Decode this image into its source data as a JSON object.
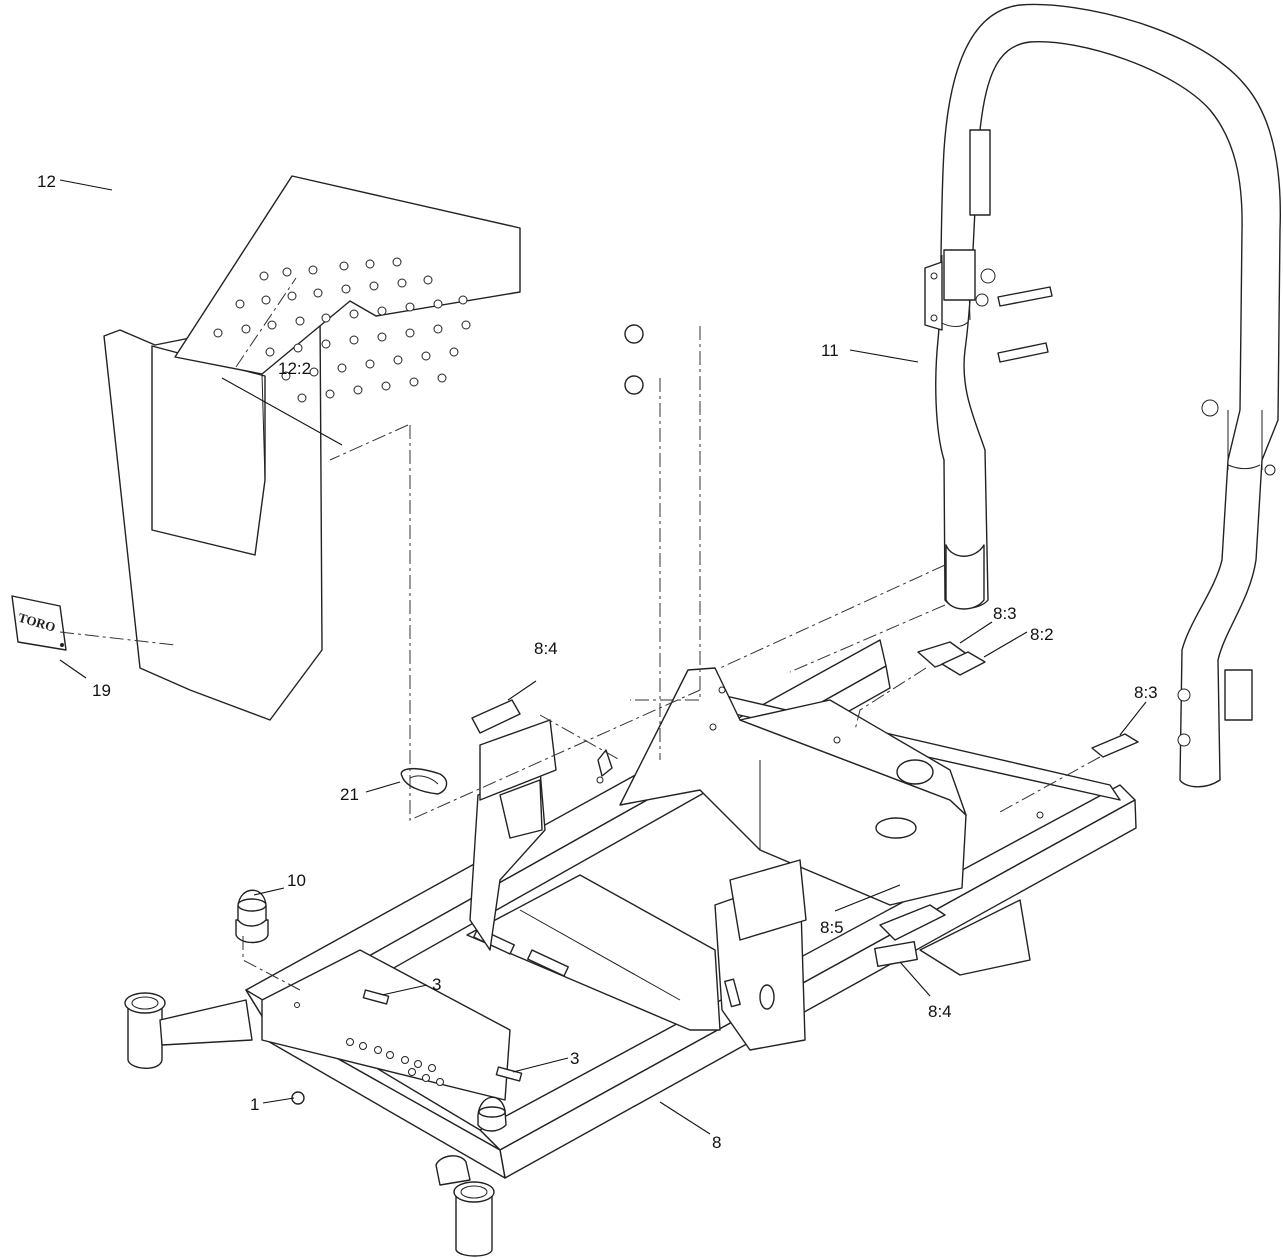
{
  "callouts": {
    "c1": "1",
    "c3a": "3",
    "c3b": "3",
    "c8": "8",
    "c8_2": "8:2",
    "c8_3a": "8:3",
    "c8_3b": "8:3",
    "c8_4a": "8:4",
    "c8_4b": "8:4",
    "c8_5": "8:5",
    "c10": "10",
    "c11": "11",
    "c12": "12",
    "c12_2": "12:2",
    "c19": "19",
    "c21": "21"
  },
  "logo": {
    "text": "TORO"
  }
}
